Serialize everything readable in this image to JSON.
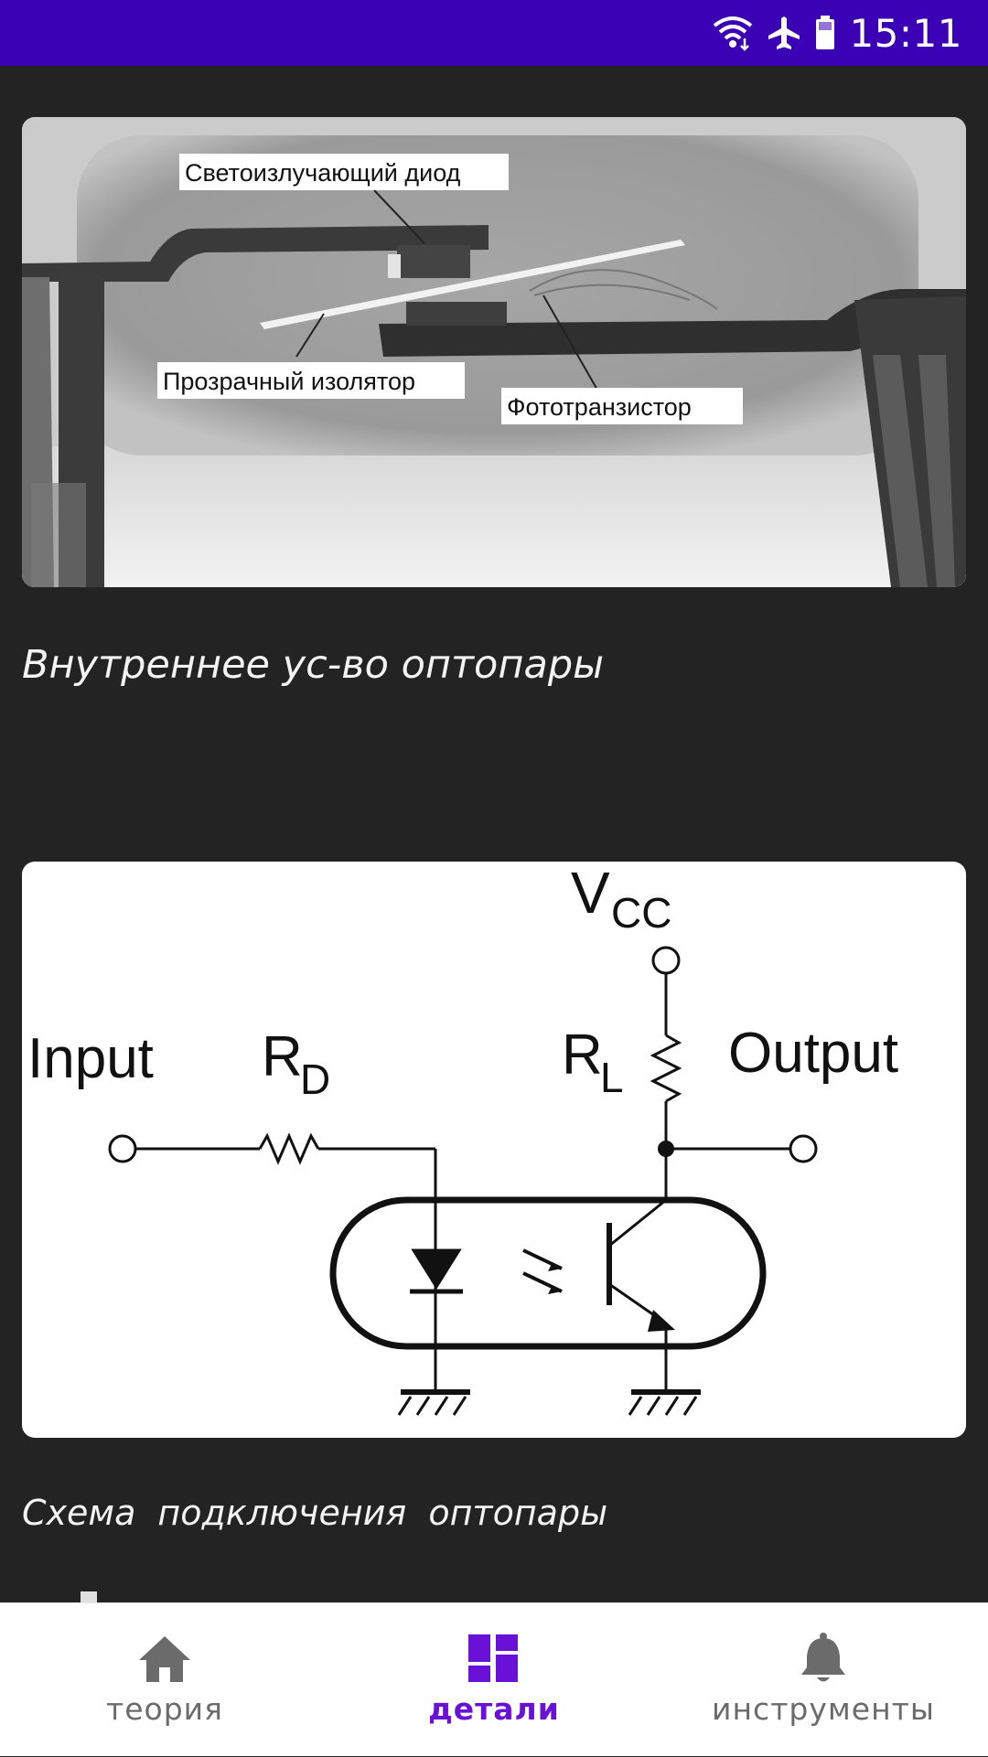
{
  "status_bar": {
    "time": "15:11",
    "icons": [
      "wifi-icon",
      "airplane-mode-icon",
      "battery-icon"
    ],
    "background": "#3a02b4"
  },
  "cards": [
    {
      "image": "optocoupler-xray-photo",
      "labels": {
        "led": "Светоизлучающий диод",
        "insulator": "Прозрачный изолятор",
        "phototransistor": "Фототранзистор"
      },
      "caption": "Внутреннее ус-во оптопары"
    },
    {
      "image": "optocoupler-connection-schematic",
      "labels": {
        "vcc_main": "V",
        "vcc_sub": "CC",
        "input": "Input",
        "output": "Output",
        "rd_main": "R",
        "rd_sub": "D",
        "rl_main": "R",
        "rl_sub": "L"
      },
      "caption": "Схема подключения оптопары"
    }
  ],
  "bottom_nav": {
    "active_color": "#6a11d8",
    "items": [
      {
        "label": "теория",
        "icon": "home-icon",
        "active": false
      },
      {
        "label": "детали",
        "icon": "dashboard-icon",
        "active": true
      },
      {
        "label": "инструменты",
        "icon": "bell-icon",
        "active": false
      }
    ]
  }
}
